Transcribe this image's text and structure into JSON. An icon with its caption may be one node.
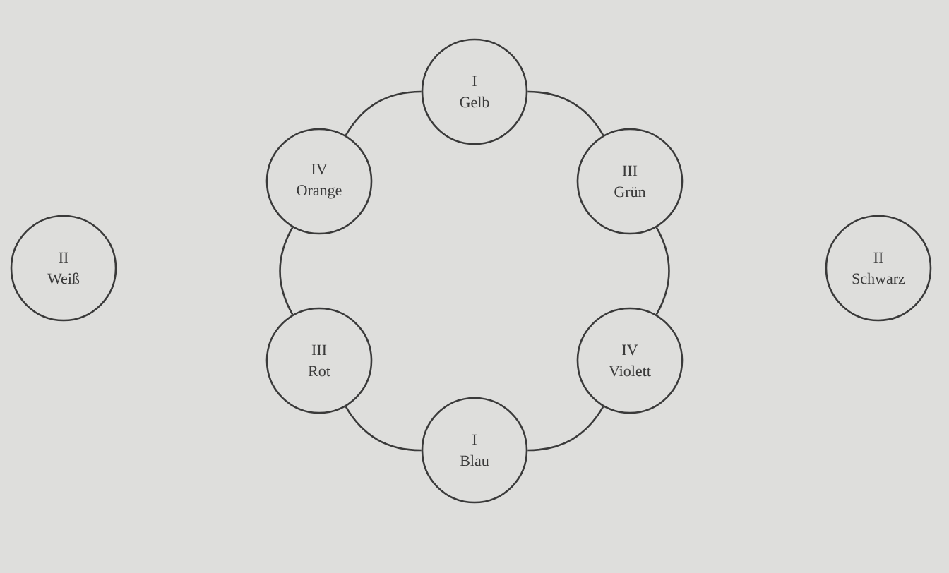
{
  "diagram": {
    "nodes": [
      {
        "text": [
          "I",
          "Gelb"
        ]
      },
      {
        "text": [
          "IV",
          "Orange"
        ]
      },
      {
        "text": [
          "III",
          "Grün"
        ]
      },
      {
        "text": [
          "II",
          "Weiß"
        ]
      },
      {
        "text": [
          "II",
          "Schwarz"
        ]
      },
      {
        "text": [
          "III",
          "Rot"
        ]
      },
      {
        "text": [
          "IV",
          "Violett"
        ]
      },
      {
        "text": [
          "I",
          "Blau"
        ]
      }
    ],
    "edges": [
      {
        "from": 0,
        "to": 2,
        "arrow": "none"
      },
      {
        "from": 2,
        "to": 6,
        "arrow": "none"
      },
      {
        "from": 6,
        "to": 7,
        "arrow": "none"
      },
      {
        "from": 7,
        "to": 5,
        "arrow": "none"
      },
      {
        "from": 5,
        "to": 1,
        "arrow": "none"
      },
      {
        "from": 1,
        "to": 0,
        "arrow": "none"
      }
    ]
  }
}
